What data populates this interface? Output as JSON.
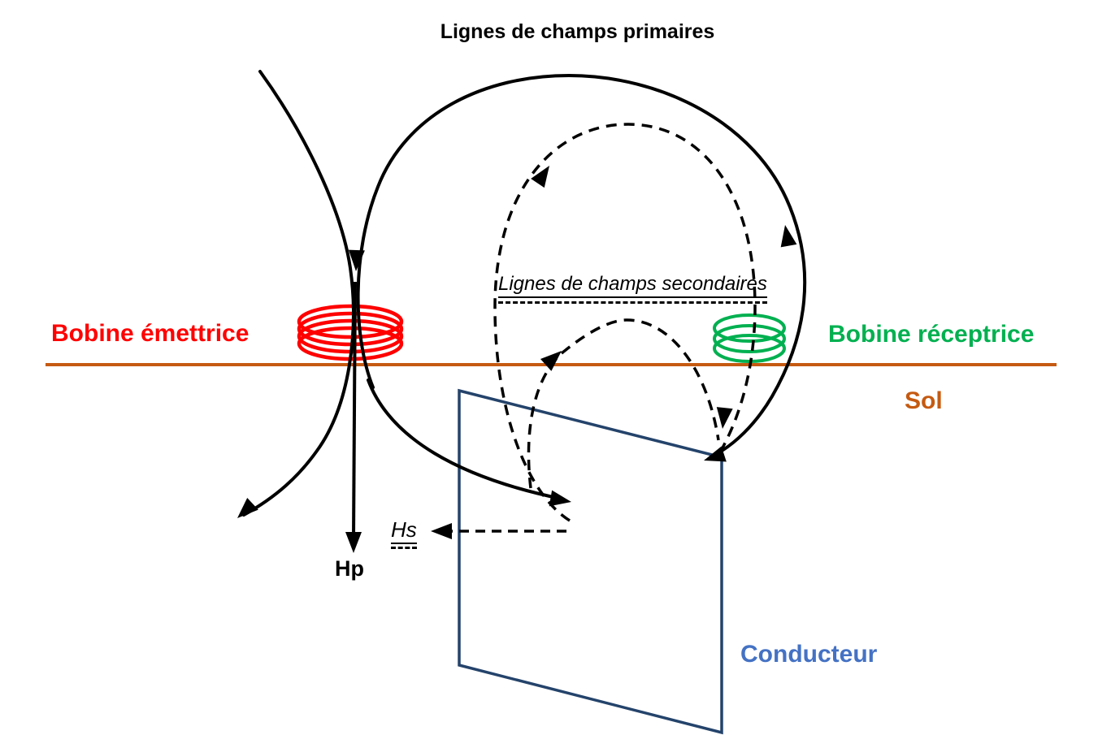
{
  "diagram": {
    "title": "Lignes de champs primaires",
    "secondary_field_label": "Lignes de champs secondaires",
    "transmitter_label": "Bobine émettrice",
    "receiver_label": "Bobine réceptrice",
    "ground_label": "Sol",
    "conductor_label": "Conducteur",
    "primary_vector_label": "Hp",
    "secondary_vector_label": "Hs",
    "colors": {
      "transmitter": "#FF0000",
      "receiver": "#00B050",
      "ground": "#C55A11",
      "conductor_text": "#4472C4",
      "conductor_outline": "#24436B",
      "field_lines": "#000000"
    }
  }
}
